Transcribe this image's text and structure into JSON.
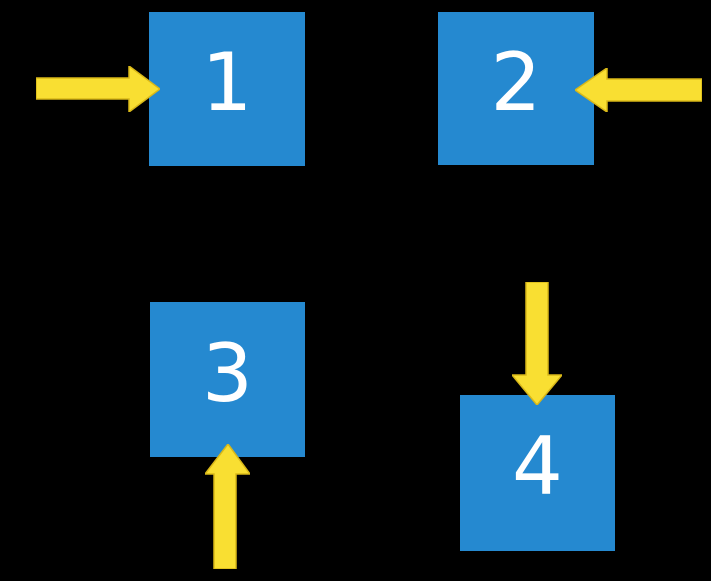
{
  "colors": {
    "background": "#000000",
    "square_blue": "#2589D0",
    "arrow_yellow": "#F9DF32",
    "arrow_yellow_edge": "#D9B818",
    "number_white": "#FFFFFF"
  },
  "squares": [
    {
      "label": "1",
      "arrow_side": "left",
      "arrow_direction": "right"
    },
    {
      "label": "2",
      "arrow_side": "right",
      "arrow_direction": "left"
    },
    {
      "label": "3",
      "arrow_side": "bottom",
      "arrow_direction": "up"
    },
    {
      "label": "4",
      "arrow_side": "top",
      "arrow_direction": "down"
    }
  ],
  "arrows": [
    {
      "icon": "arrow-right-icon",
      "direction": "right",
      "points_to": "1"
    },
    {
      "icon": "arrow-left-icon",
      "direction": "left",
      "points_to": "2"
    },
    {
      "icon": "arrow-up-icon",
      "direction": "up",
      "points_to": "3"
    },
    {
      "icon": "arrow-down-icon",
      "direction": "down",
      "points_to": "4"
    }
  ]
}
